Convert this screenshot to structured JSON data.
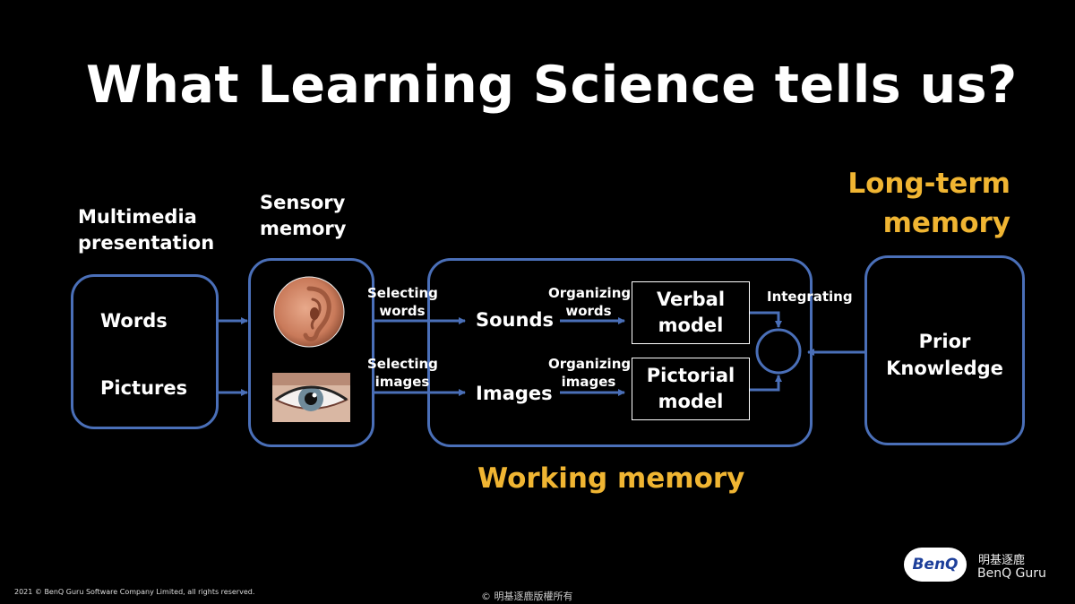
{
  "title": "What Learning Science tells us?",
  "headers": {
    "multimedia": [
      "Multimedia",
      "presentation"
    ],
    "sensory": [
      "Sensory",
      "memory"
    ],
    "long_term": [
      "Long-term",
      "memory"
    ],
    "working": "Working memory"
  },
  "presentation": {
    "words": "Words",
    "pictures": "Pictures"
  },
  "selecting": {
    "words": [
      "Selecting",
      "words"
    ],
    "images": [
      "Selecting",
      "images"
    ]
  },
  "working": {
    "sounds": "Sounds",
    "images": "Images"
  },
  "organizing": {
    "words": [
      "Organizing",
      "words"
    ],
    "images": [
      "Organizing",
      "images"
    ]
  },
  "models": {
    "verbal": [
      "Verbal",
      "model"
    ],
    "pictorial": [
      "Pictorial",
      "model"
    ]
  },
  "integrating": "Integrating",
  "prior": [
    "Prior",
    "Knowledge"
  ],
  "footer": {
    "copyright": "2021 © BenQ Guru Software Company Limited, all rights reserved.",
    "center": "© 明基逐鹿版權所有"
  },
  "brand": {
    "logo": "BenQ",
    "name_cn": "明基逐鹿",
    "name_en": "BenQ Guru"
  },
  "colors": {
    "accent": "#f0b532",
    "box": "#4a6fb8",
    "background": "#000000"
  }
}
